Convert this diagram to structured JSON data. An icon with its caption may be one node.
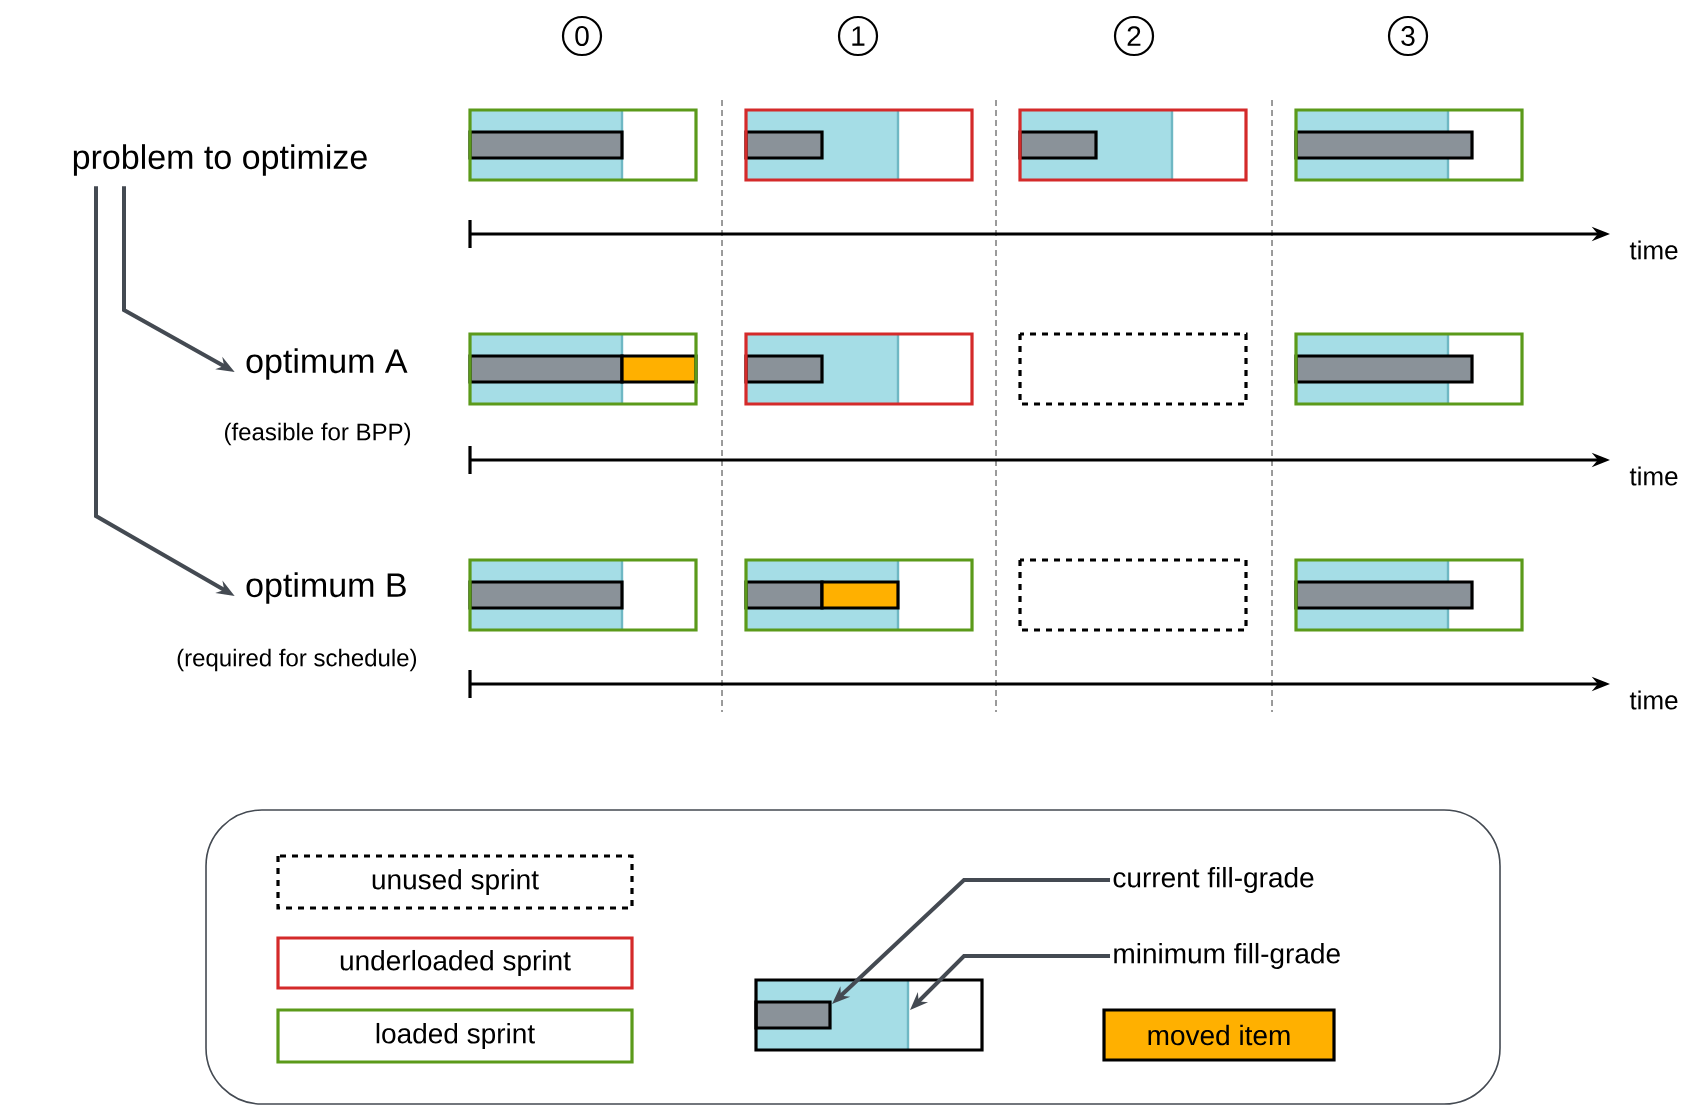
{
  "diagram": {
    "nodes": [
      {
        "text": [
          "problem to optimize"
        ]
      },
      {
        "text": [
          "optimum A"
        ],
        "beside": [
          "(feasible for BPP)"
        ]
      },
      {
        "text": [
          "optimum B"
        ],
        "beside": [
          "(required for schedule)"
        ]
      },
      {
        "text": [
          "current fill-grade"
        ]
      },
      {
        "text": [
          "minimum fill-grade"
        ]
      }
    ],
    "edges": [
      {
        "from": 0,
        "to": 1,
        "arrow": "to"
      },
      {
        "from": 0,
        "to": 2,
        "arrow": "to"
      },
      {
        "from": 3,
        "to": null,
        "arrow": "to"
      },
      {
        "from": 4,
        "to": null,
        "arrow": "to"
      }
    ],
    "labels": [
      "0",
      "1",
      "2",
      "3",
      "time",
      "time",
      "time"
    ],
    "legend": [
      {
        "text": "unused sprint"
      },
      {
        "text": "underloaded sprint"
      },
      {
        "text": "loaded sprint"
      },
      {
        "text": "moved item",
        "color": "#ffb000"
      }
    ]
  }
}
